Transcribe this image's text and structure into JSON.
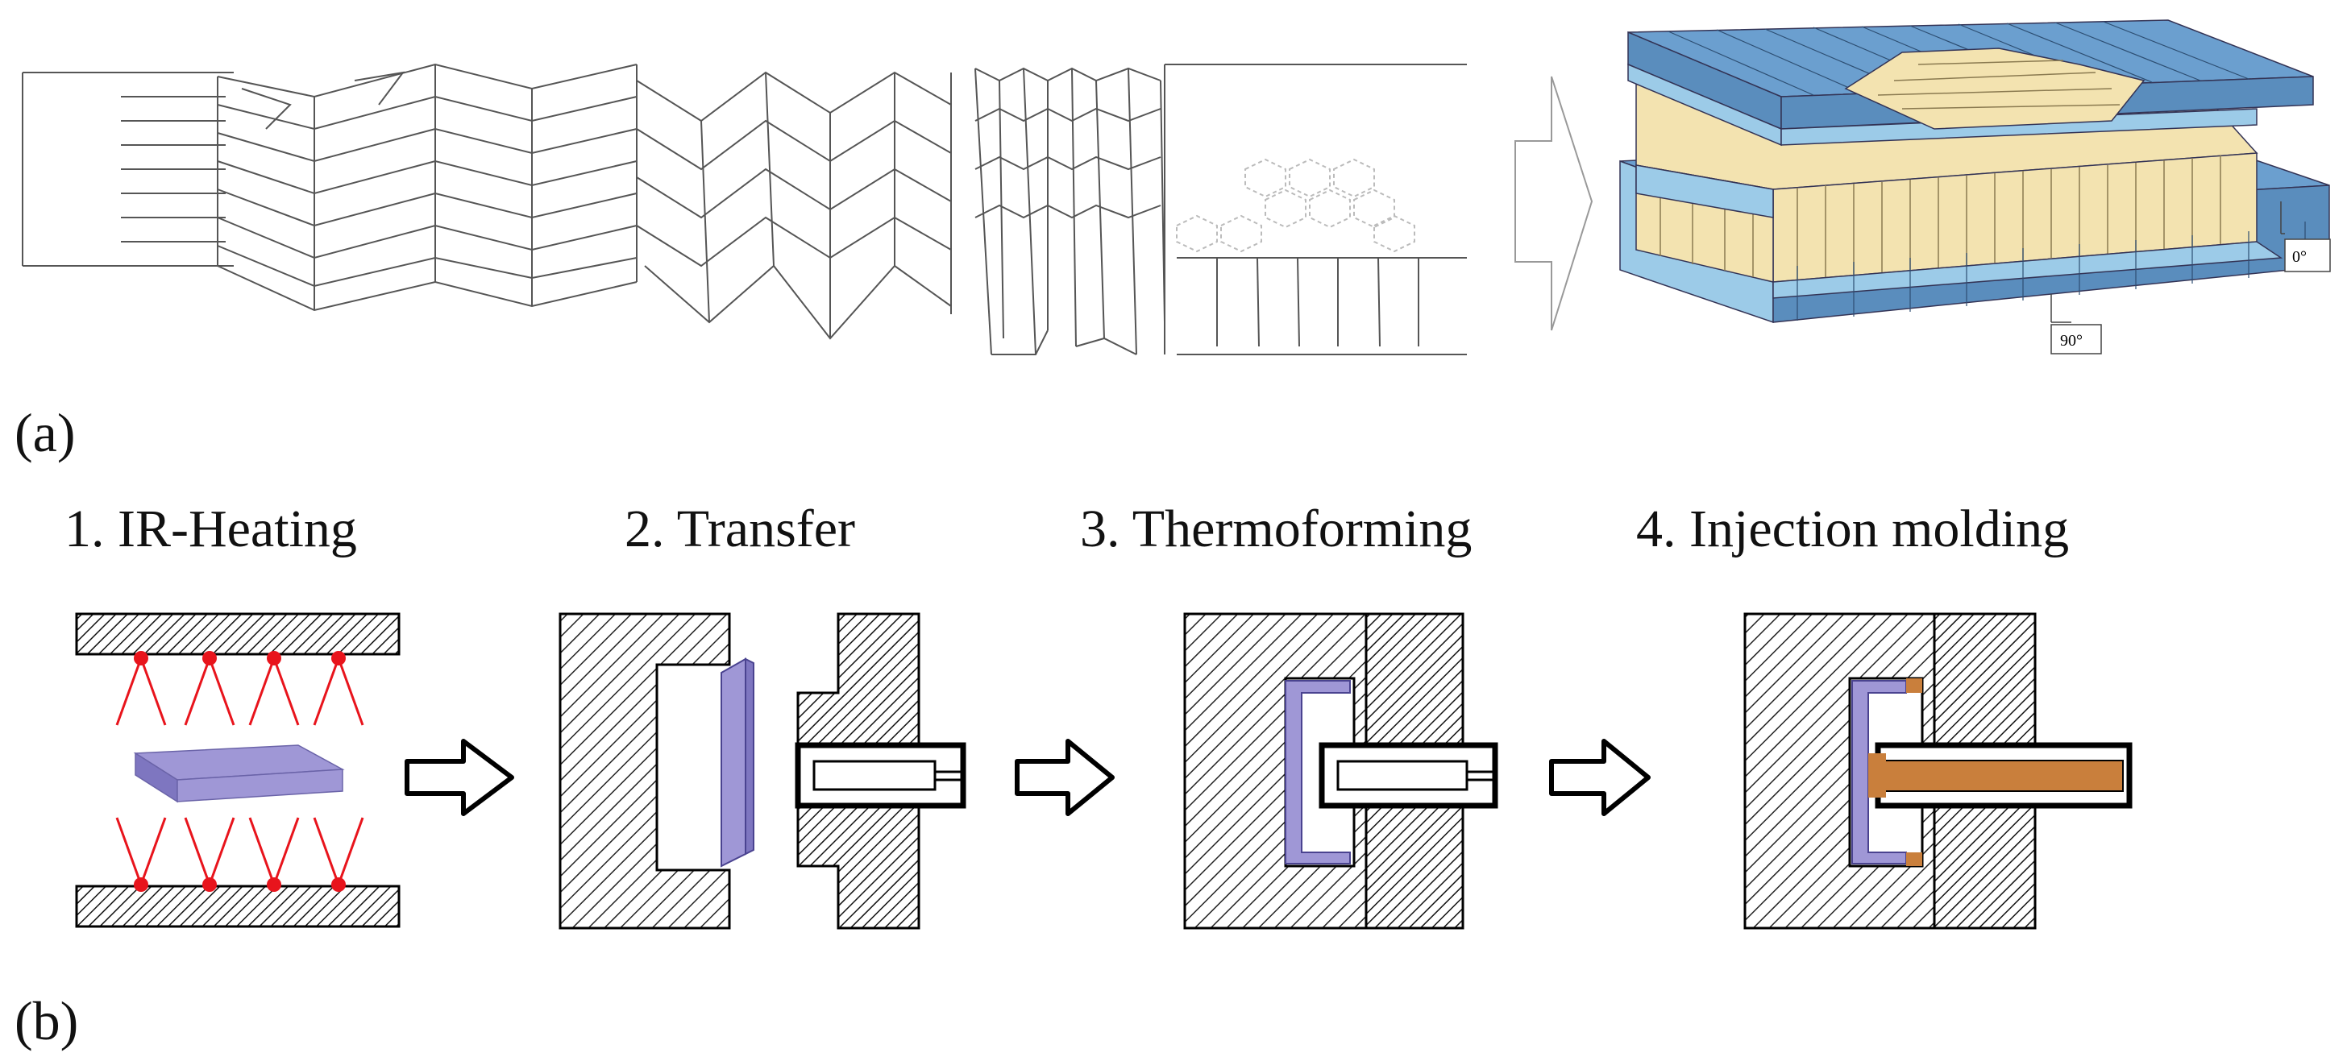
{
  "panel_a": {
    "label": "(a)",
    "angle_labels": {
      "zero": "0°",
      "ninety": "90°"
    }
  },
  "panel_b": {
    "label": "(b)",
    "steps": [
      {
        "label": "1. IR-Heating"
      },
      {
        "label": "2. Transfer"
      },
      {
        "label": "3. Thermoforming"
      },
      {
        "label": "4. Injection molding"
      }
    ]
  },
  "colors": {
    "core": "#f3e3b0",
    "skin_top": "#6b9fcf",
    "skin_side": "#9ccbe8",
    "foil": "#9f97d6",
    "heater": "#e8141c",
    "melt": "#c97f3c",
    "hatch": "#222222"
  }
}
